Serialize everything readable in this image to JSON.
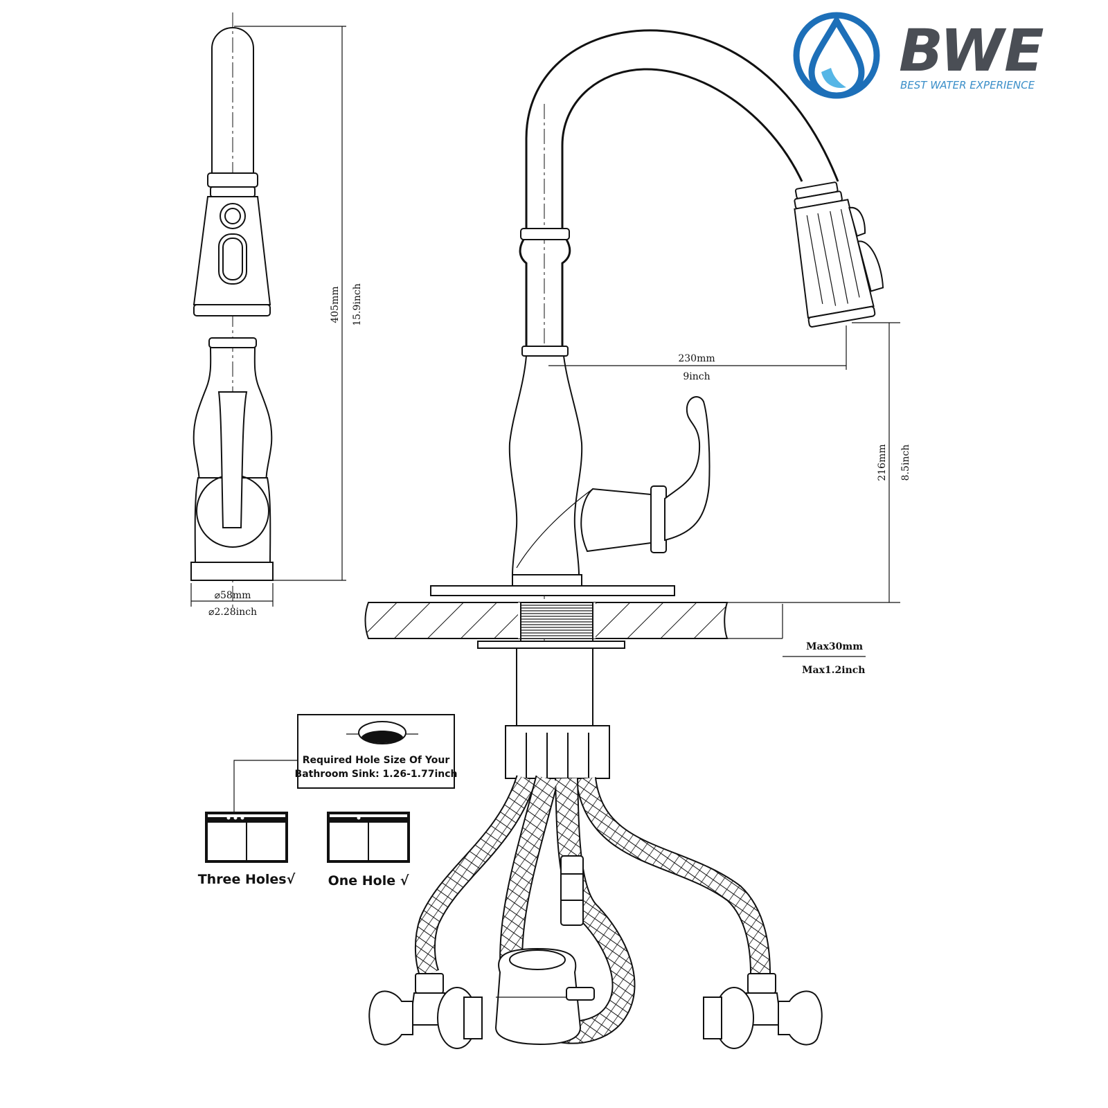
{
  "brand": {
    "name": "BWE",
    "tagline": "BEST WATER EXPERIENCE",
    "colors": {
      "drop_dark": "#1d6fb8",
      "drop_light": "#56b6e6",
      "text": "#4a4e55"
    }
  },
  "dimensions": {
    "height_mm": "405mm",
    "height_inch": "15.9inch",
    "base_dia_mm": "⌀58mm",
    "base_dia_inch": "⌀2.28inch",
    "reach_mm": "230mm",
    "reach_inch": "9inch",
    "spout_height_mm": "216mm",
    "spout_height_inch": "8.5inch",
    "deck_max_mm": "Max30mm",
    "deck_max_inch": "Max1.2inch"
  },
  "hole_note": {
    "line1": "Required Hole Size Of Your",
    "line2": "Bathroom Sink: 1.26-1.77inch"
  },
  "installations": [
    {
      "label": "Three Holes√",
      "holes": 3
    },
    {
      "label": "One Hole √",
      "holes": 1
    }
  ]
}
